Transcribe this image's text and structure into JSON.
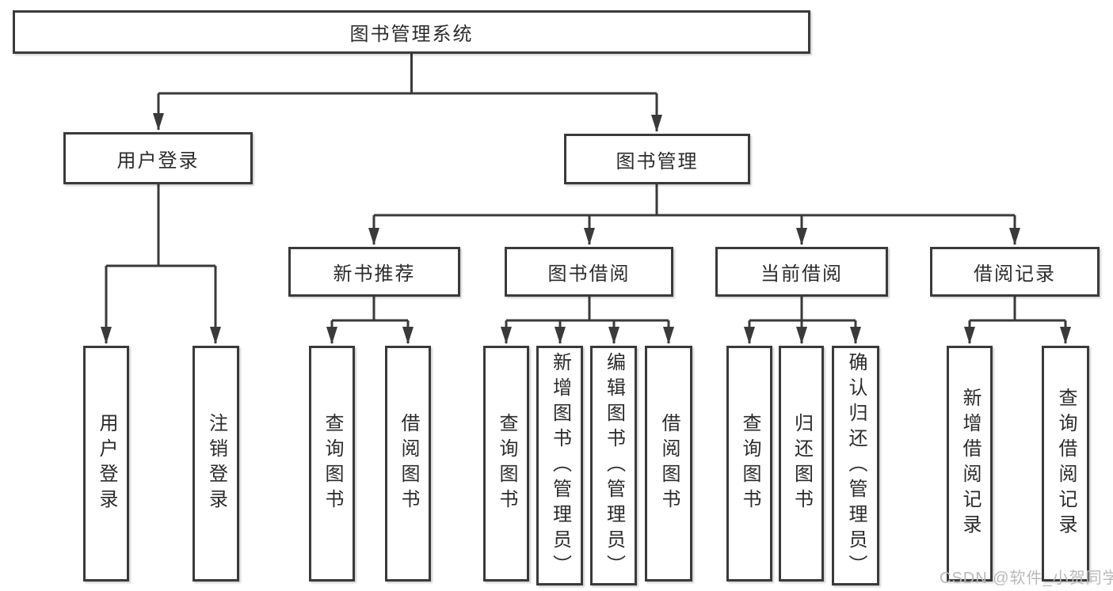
{
  "tree": {
    "label": "图书管理系统",
    "children": [
      {
        "label": "用户登录",
        "children": [
          {
            "label": "用户登录"
          },
          {
            "label": "注销登录"
          }
        ]
      },
      {
        "label": "图书管理",
        "children": [
          {
            "label": "新书推荐",
            "children": [
              {
                "label": "查询图书"
              },
              {
                "label": "借阅图书"
              }
            ]
          },
          {
            "label": "图书借阅",
            "children": [
              {
                "label": "查询图书"
              },
              {
                "label": "新增图书（管理员）"
              },
              {
                "label": "编辑图书（管理员）"
              },
              {
                "label": "借阅图书"
              }
            ]
          },
          {
            "label": "当前借阅",
            "children": [
              {
                "label": "查询图书"
              },
              {
                "label": "归还图书"
              },
              {
                "label": "确认归还（管理员）"
              }
            ]
          },
          {
            "label": "借阅记录",
            "children": [
              {
                "label": "新增借阅记录"
              },
              {
                "label": "查询借阅记录"
              }
            ]
          }
        ]
      }
    ]
  },
  "watermark": {
    "text": "CSDN @软件_小贺同学"
  },
  "colors": {
    "line": "#3a3a3a",
    "box_border": "#3a3a3a",
    "box_fill": "#ffffff",
    "text": "#2b2b2b",
    "watermark": "#b9b9b9",
    "background": "#ffffff"
  }
}
